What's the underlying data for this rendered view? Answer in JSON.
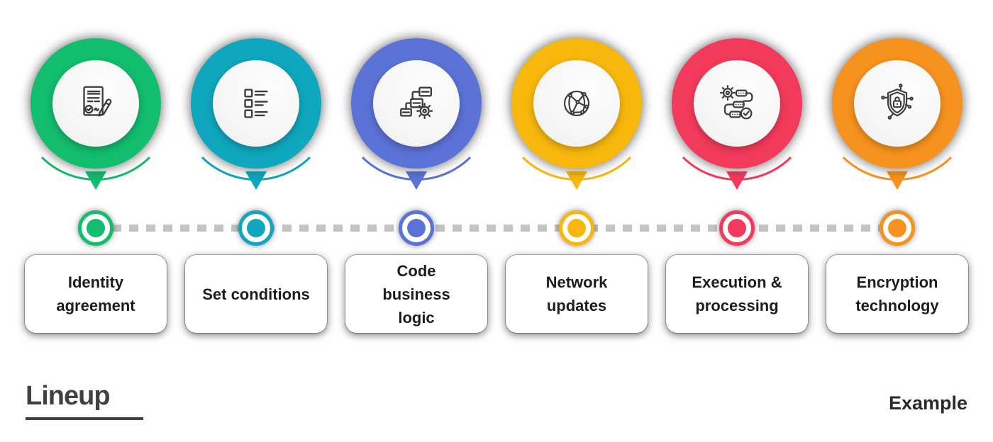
{
  "steps": [
    {
      "label": "Identity agreement",
      "color": "#12bd6d",
      "icon": "contract-signature-icon"
    },
    {
      "label": "Set conditions",
      "color": "#0fa7bd",
      "icon": "checklist-icon"
    },
    {
      "label": "Code business logic",
      "color": "#5b72d7",
      "icon": "flowchart-gear-icon"
    },
    {
      "label": "Network updates",
      "color": "#f7b70d",
      "icon": "network-globe-icon"
    },
    {
      "label": "Execution & processing",
      "color": "#f33a5c",
      "icon": "workflow-check-icon"
    },
    {
      "label": "Encryption technology",
      "color": "#f6921e",
      "icon": "shield-lock-icon"
    }
  ],
  "timeline": {
    "connector_style": "dashed",
    "dash_color": "#c3c3c3"
  },
  "footer": {
    "logo_text": "Lineup",
    "example_text": "Example"
  },
  "colors": {
    "background": "#ffffff",
    "card_background": "#ffffff",
    "label_text": "#1d1d1d",
    "icon_stroke": "#3c3c3c",
    "logo_color": "#414141",
    "example_color": "#2b2b2b"
  }
}
